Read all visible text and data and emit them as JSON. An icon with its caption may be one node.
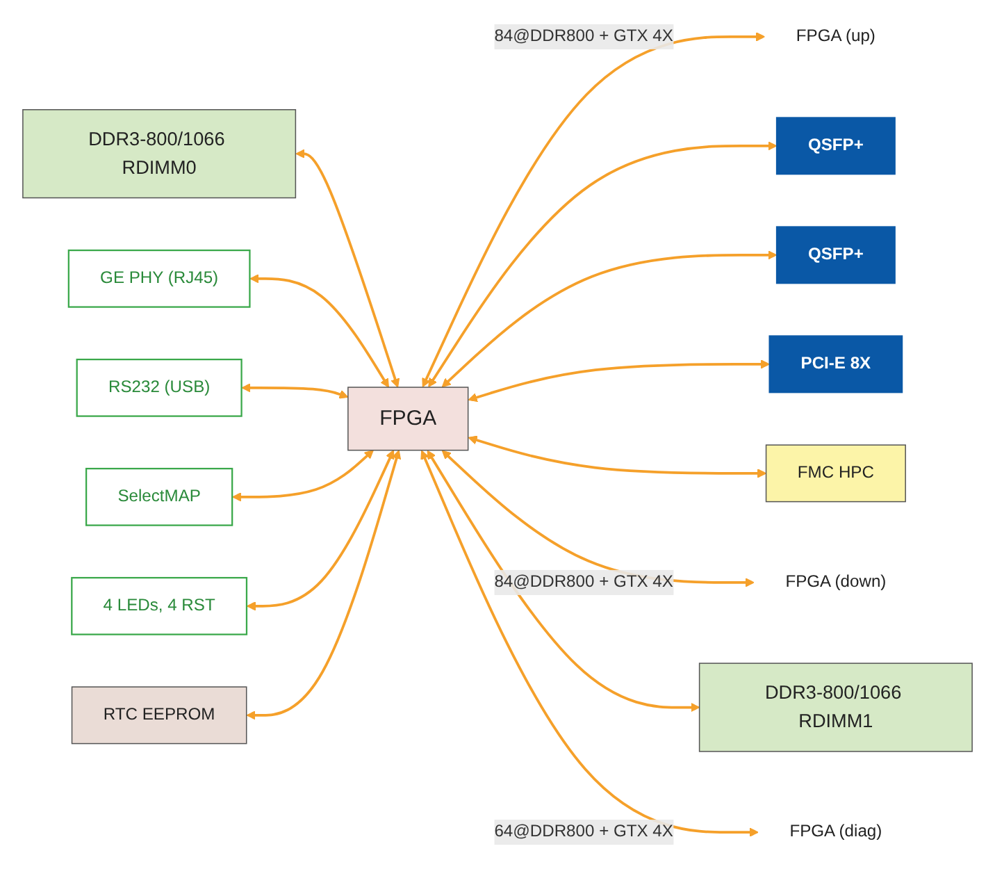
{
  "diagram": {
    "nodes": [
      {
        "text": [
          "DDR3-800/1066 RDIMM0"
        ]
      },
      {
        "text": [
          "FPGA (up)"
        ]
      },
      {
        "text": [
          "GE PHY (RJ45)"
        ]
      },
      {
        "text": [
          "RS232 (USB)"
        ]
      },
      {
        "text": [
          "SelectMAP"
        ]
      },
      {
        "text": [
          "4 LEDs, 4 RST"
        ]
      },
      {
        "text": [
          "RTC EEPROM"
        ]
      },
      {
        "text": [
          "FPGA"
        ]
      },
      {
        "text": [
          "QSFP+"
        ]
      },
      {
        "text": [
          "QSFP+"
        ]
      },
      {
        "text": [
          "PCI-E 8X"
        ]
      },
      {
        "text": [
          "FMC HPC"
        ]
      },
      {
        "text": [
          "FPGA (down)"
        ]
      },
      {
        "text": [
          "DDR3-800/1066 RDIMM1"
        ]
      },
      {
        "text": [
          "FPGA (diag)"
        ]
      }
    ],
    "edges": [
      {
        "from": 0,
        "to": 7,
        "arrow": "both"
      },
      {
        "from": 7,
        "to": 1,
        "arrow": "both",
        "label": "84@DDR800 + GTX 4X"
      },
      {
        "from": 2,
        "to": 7,
        "arrow": "both"
      },
      {
        "from": 3,
        "to": 7,
        "arrow": "both"
      },
      {
        "from": 4,
        "to": 7,
        "arrow": "both"
      },
      {
        "from": 5,
        "to": 7,
        "arrow": "both"
      },
      {
        "from": 6,
        "to": 7,
        "arrow": "both"
      },
      {
        "from": 7,
        "to": 8,
        "arrow": "both"
      },
      {
        "from": 7,
        "to": 9,
        "arrow": "both"
      },
      {
        "from": 7,
        "to": 10,
        "arrow": "both"
      },
      {
        "from": 7,
        "to": 11,
        "arrow": "both"
      },
      {
        "from": 7,
        "to": 12,
        "arrow": "both",
        "label": "84@DDR800 + GTX 4X"
      },
      {
        "from": 7,
        "to": 13,
        "arrow": "both"
      },
      {
        "from": 7,
        "to": 14,
        "arrow": "both",
        "label": "64@DDR800 + GTX 4X"
      }
    ]
  }
}
